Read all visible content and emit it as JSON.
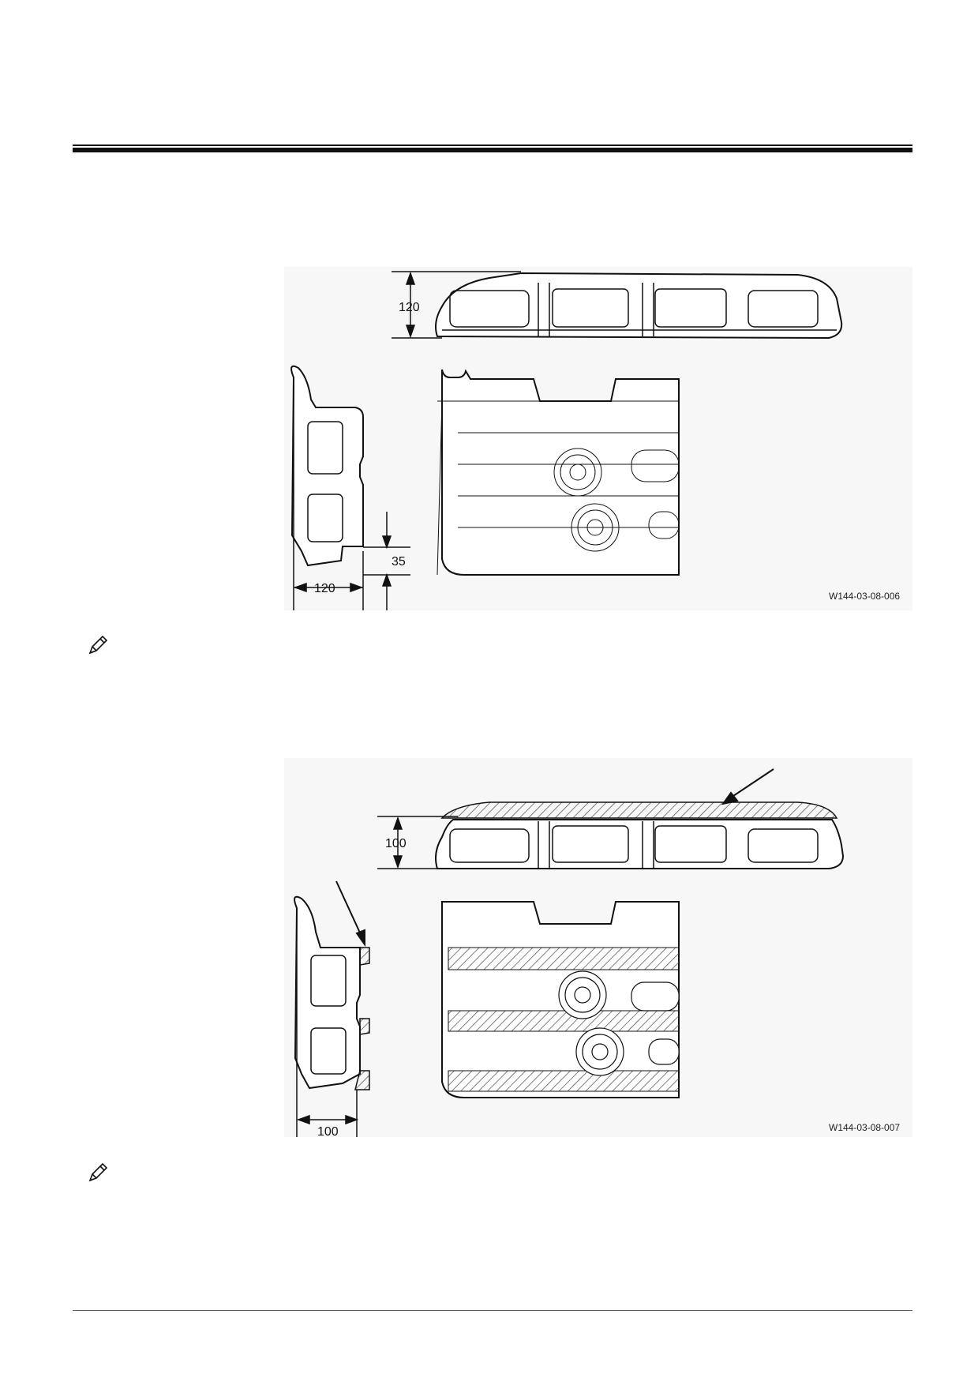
{
  "figures": [
    {
      "code": "W144-03-08-006",
      "dim_height": "120",
      "dim_width": "120",
      "dim_lug": "35"
    },
    {
      "code": "W144-03-08-007",
      "dim_height": "100",
      "dim_width": "100"
    }
  ],
  "icons": [
    "pencil-note-icon",
    "pencil-note-icon"
  ]
}
